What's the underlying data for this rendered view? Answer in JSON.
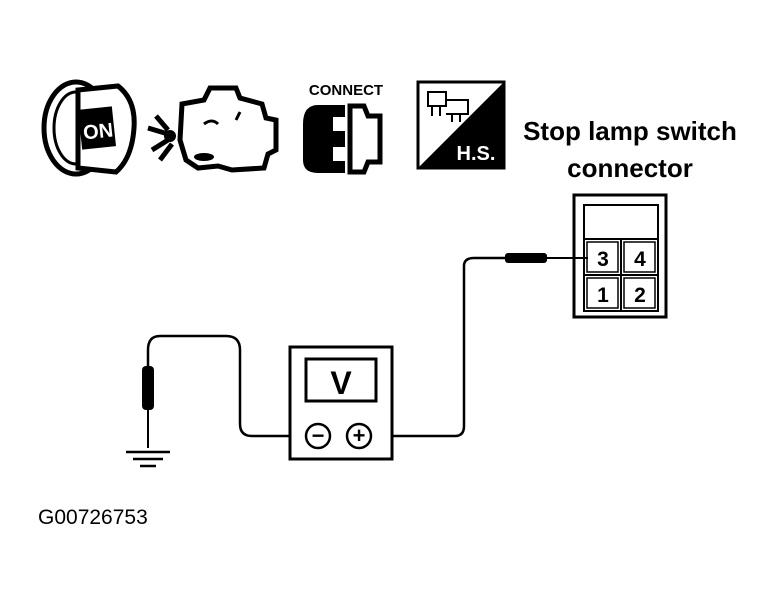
{
  "icons": [
    {
      "name": "ignition-on-icon",
      "label": "ON"
    },
    {
      "name": "engine-off-icon"
    },
    {
      "name": "connect-icon",
      "label": "CONNECT"
    },
    {
      "name": "harness-side-icon",
      "label": "H.S."
    }
  ],
  "connector": {
    "title_line1": "Stop lamp switch",
    "title_line2": "connector",
    "pins": [
      "3",
      "4",
      "1",
      "2"
    ]
  },
  "meter": {
    "display": "V",
    "neg_terminal": "−",
    "pos_terminal": "+"
  },
  "figure_id": "G00726753"
}
